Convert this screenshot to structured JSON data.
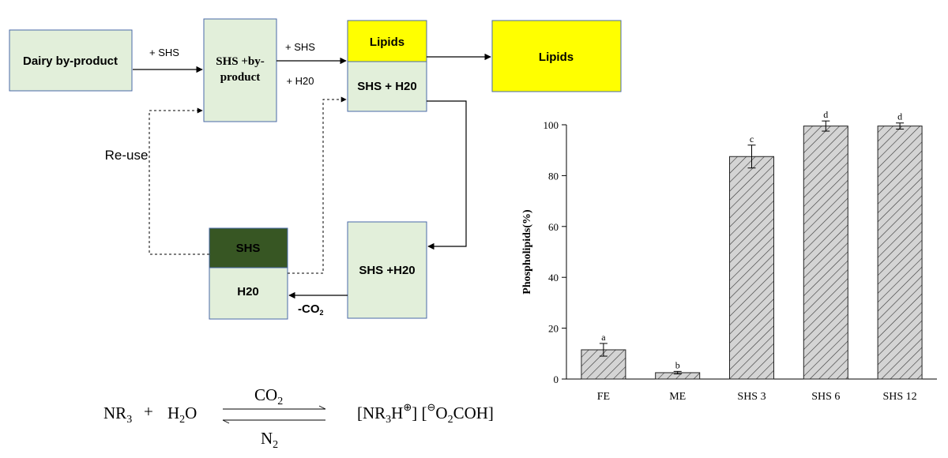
{
  "flow": {
    "dairy_box": "Dairy by-product",
    "arrow1_label": "+ SHS",
    "mix_box_line1": "SHS +by-",
    "mix_box_line2": "product",
    "arrow2_label_top": "+ SHS",
    "arrow2_label_bottom": "+ H20",
    "lipids_top": "Lipids",
    "shs_h2o_top": "SHS + H20",
    "lipids_out": "Lipids",
    "reuse_label": "Re-use",
    "shs_bottom": "SHS",
    "h2o_bottom": "H20",
    "shs_h2o_right": "SHS +H20",
    "co2_label": "-CO",
    "co2_sub": "2",
    "colors": {
      "box_fill": "#e2efda",
      "lipids_fill": "#ffff00",
      "shs_dark": "#375623",
      "border": "#4a6aa8"
    }
  },
  "equation": {
    "left_a": "NR",
    "left_a_sub": "3",
    "plus": "+",
    "left_b": "H",
    "left_b_sub": "2",
    "left_b_tail": "O",
    "over_a": "CO",
    "over_a_sub": "2",
    "under_a": "N",
    "under_a_sub": "2",
    "right_1": "[NR",
    "right_1_sub": "3",
    "right_2": "H",
    "right_2_sup": "⊕",
    "right_3": "] [",
    "right_3_sup": "⊖",
    "right_4": "O",
    "right_4_sub": "2",
    "right_5": "COH]"
  },
  "chart_data": {
    "type": "bar",
    "categories": [
      "FE",
      "ME",
      "SHS 3",
      "SHS 6",
      "SHS 12"
    ],
    "values": [
      11.5,
      2.5,
      87.5,
      99.5,
      99.5
    ],
    "errors": [
      2.5,
      0.5,
      4.5,
      2.0,
      1.2
    ],
    "letters": [
      "a",
      "b",
      "c",
      "d",
      "d"
    ],
    "ylabel": "Phospholipids(%)",
    "xlabel": "",
    "ylim": [
      0,
      100
    ],
    "yticks": [
      0,
      20,
      40,
      60,
      80,
      100
    ],
    "bar_fill": "#d0d0d0",
    "hatch": "diagonal",
    "grid": false
  }
}
